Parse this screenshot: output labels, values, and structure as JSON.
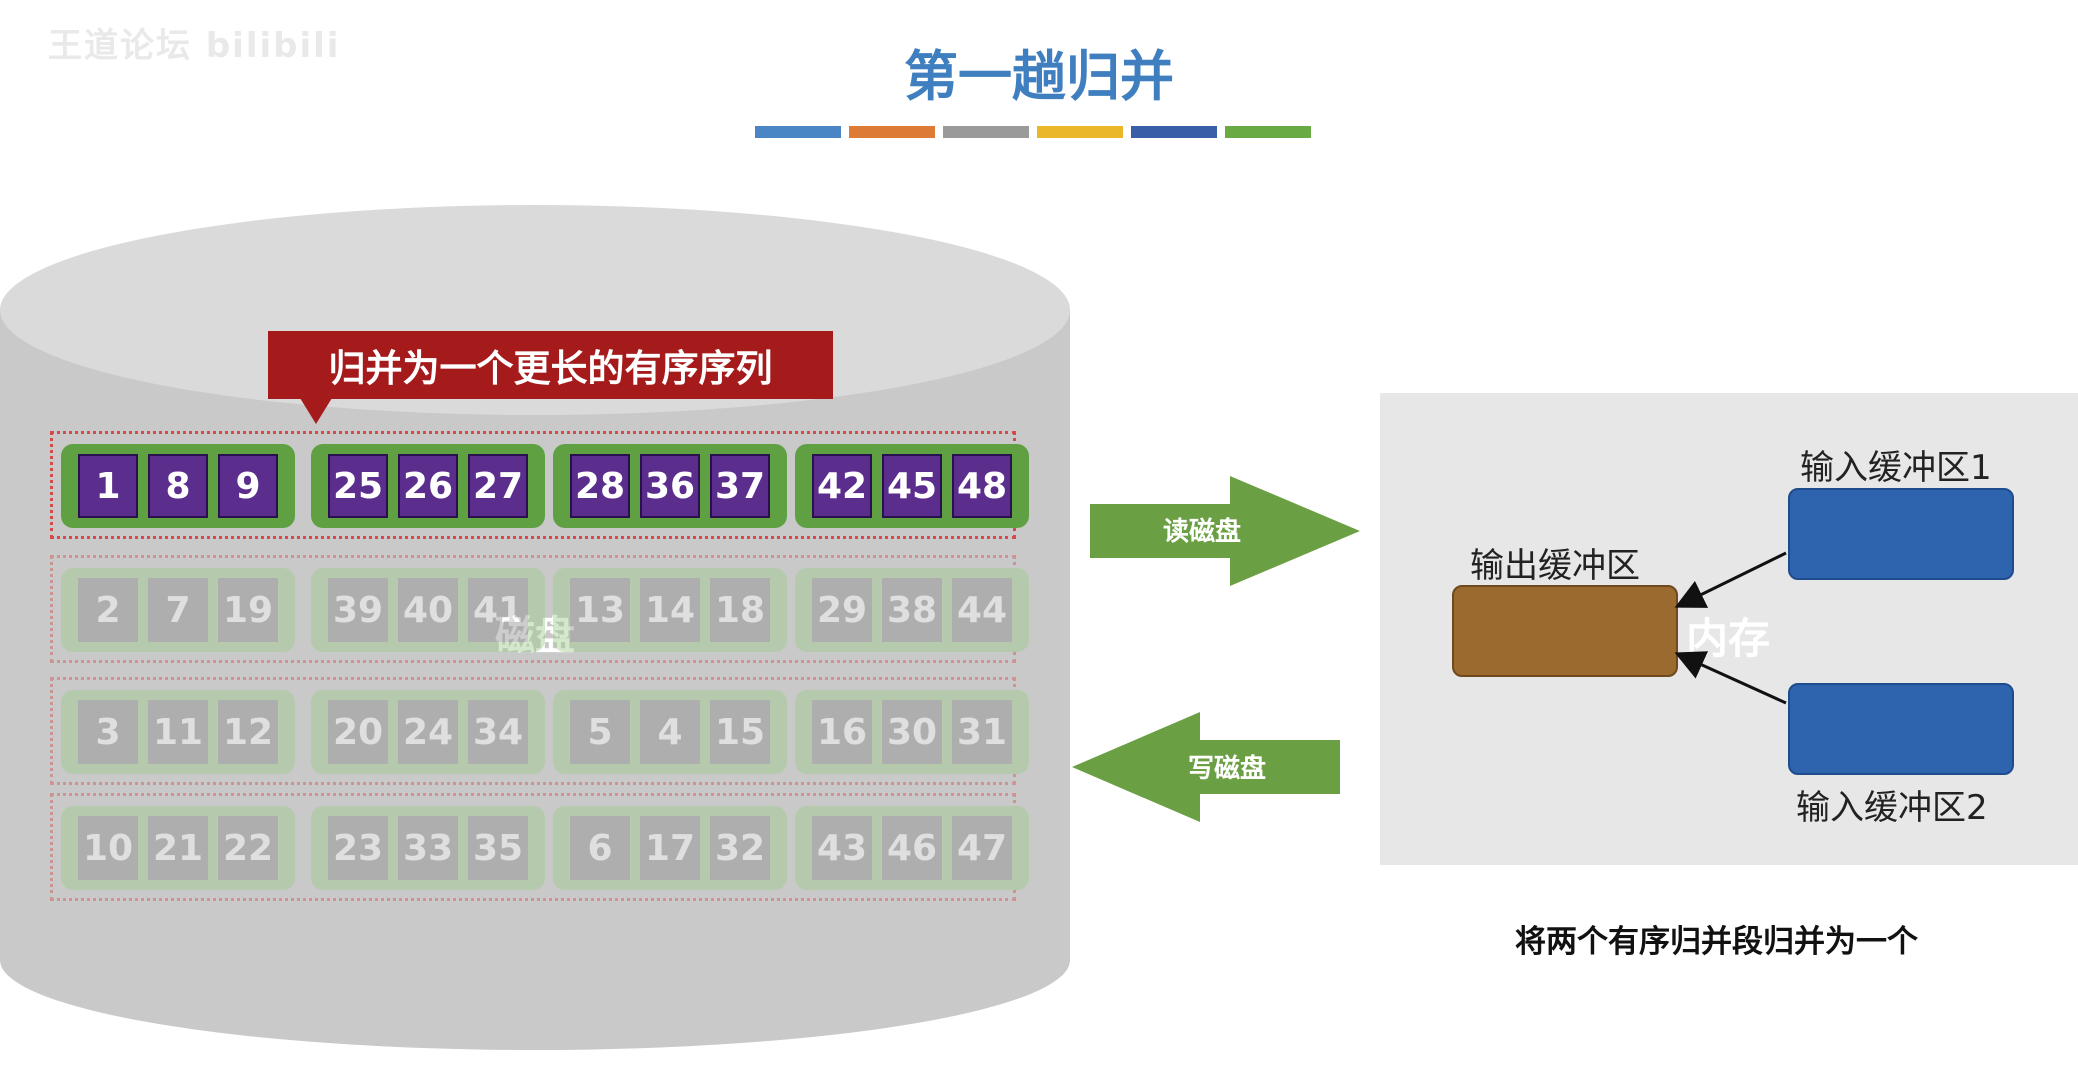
{
  "watermark": "王道论坛 bilibili",
  "title": "第一趟归并",
  "color_bar": [
    "#4a85c5",
    "#dd7a35",
    "#9a9a9a",
    "#eab72a",
    "#3b5ea8",
    "#6aaa45"
  ],
  "callout": "归并为一个更长的有序序列",
  "disk_label": "磁盘",
  "rows": [
    {
      "active": true,
      "groups": [
        [
          "1",
          "8",
          "9"
        ],
        [
          "25",
          "26",
          "27"
        ],
        [
          "28",
          "36",
          "37"
        ],
        [
          "42",
          "45",
          "48"
        ]
      ]
    },
    {
      "active": false,
      "groups": [
        [
          "2",
          "7",
          "19"
        ],
        [
          "39",
          "40",
          "41"
        ],
        [
          "13",
          "14",
          "18"
        ],
        [
          "29",
          "38",
          "44"
        ]
      ]
    },
    {
      "active": false,
      "groups": [
        [
          "3",
          "11",
          "12"
        ],
        [
          "20",
          "24",
          "34"
        ],
        [
          "5",
          "4",
          "15"
        ],
        [
          "16",
          "30",
          "31"
        ]
      ]
    },
    {
      "active": false,
      "groups": [
        [
          "10",
          "21",
          "22"
        ],
        [
          "23",
          "33",
          "35"
        ],
        [
          "6",
          "17",
          "32"
        ],
        [
          "43",
          "46",
          "47"
        ]
      ]
    }
  ],
  "read_disk": "读磁盘",
  "write_disk": "写磁盘",
  "memory": {
    "label": "内存",
    "output_buffer": "输出缓冲区",
    "input_buffer_1": "输入缓冲区1",
    "input_buffer_2": "输入缓冲区2"
  },
  "caption": "将两个有序归并段归并为一个",
  "colors": {
    "cell": "#5b2d8d",
    "group": "#5fa043",
    "arrow": "#6aa043",
    "callout": "#a51a1a"
  }
}
